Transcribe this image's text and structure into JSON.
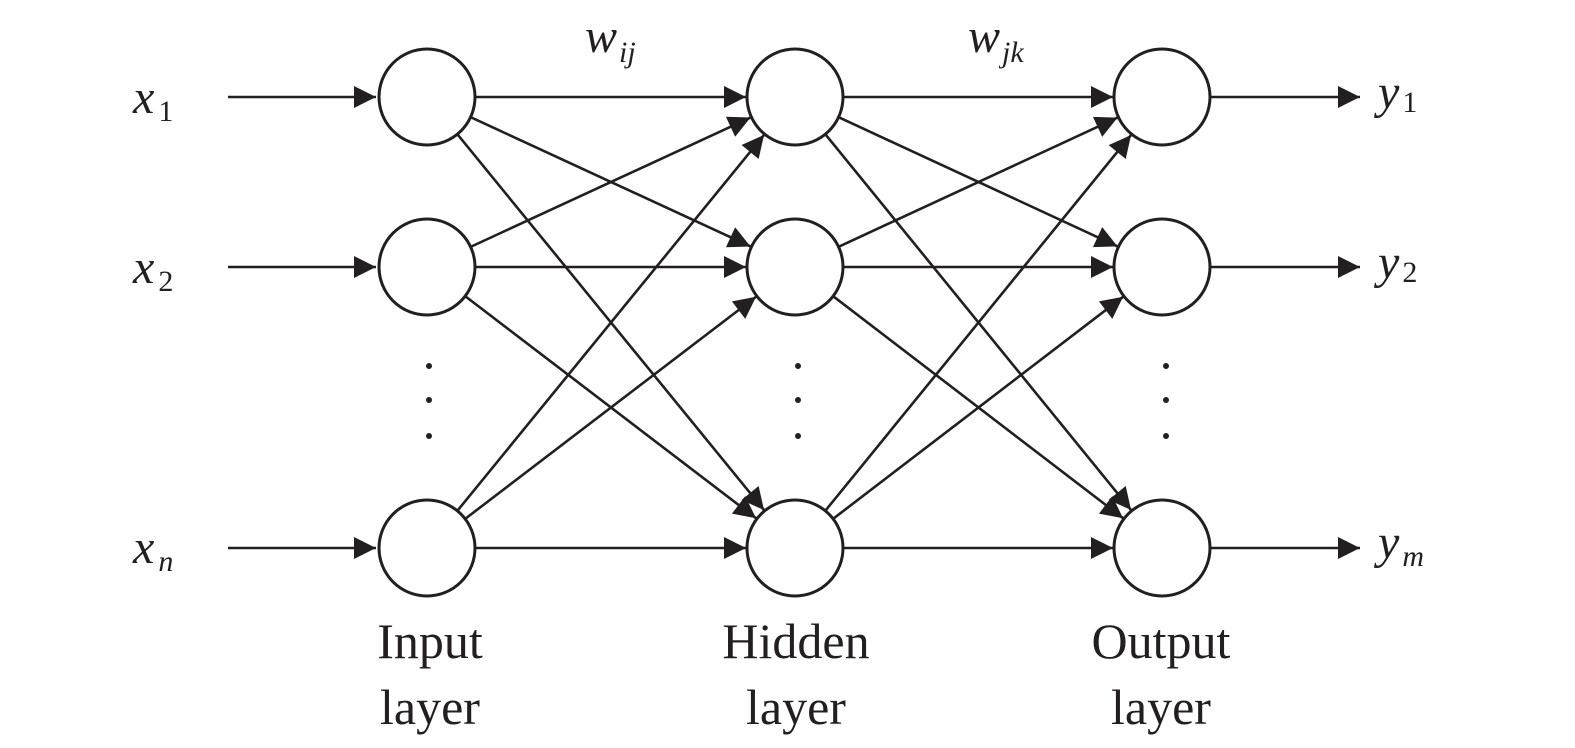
{
  "diagram": {
    "inputs": [
      {
        "base": "x",
        "sub": "1"
      },
      {
        "base": "x",
        "sub": "2"
      },
      {
        "base": "x",
        "sub": "n"
      }
    ],
    "outputs": [
      {
        "base": "y",
        "sub": "1"
      },
      {
        "base": "y",
        "sub": "2"
      },
      {
        "base": "y",
        "sub": "m"
      }
    ],
    "weights": [
      {
        "base": "w",
        "sub": "ij"
      },
      {
        "base": "w",
        "sub": "jk"
      }
    ],
    "layers": [
      {
        "line1": "Input",
        "line2": "layer"
      },
      {
        "line1": "Hidden",
        "line2": "layer"
      },
      {
        "line1": "Output",
        "line2": "layer"
      }
    ],
    "colors": {
      "ink": "#231f20",
      "background": "#ffffff"
    }
  }
}
